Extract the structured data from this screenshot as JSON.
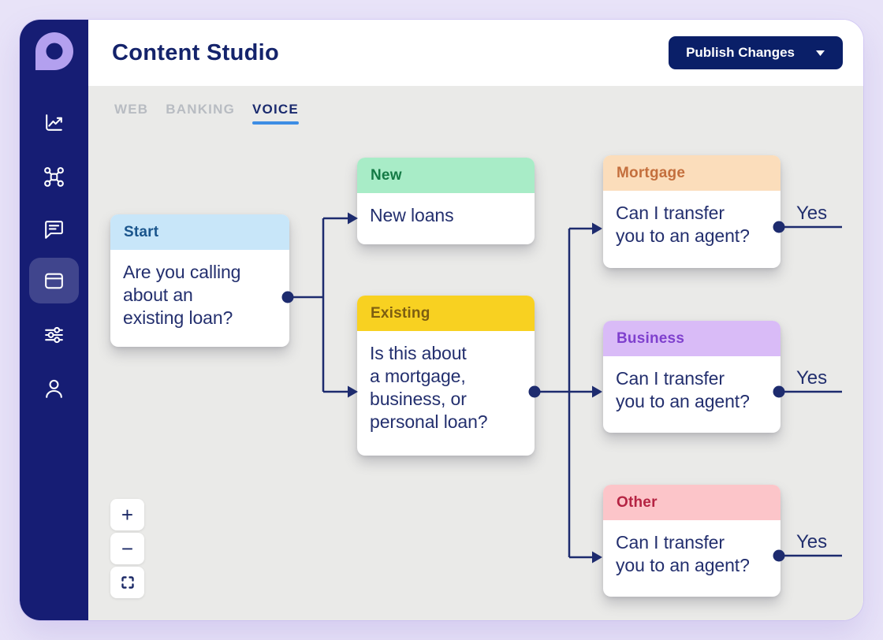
{
  "header": {
    "title": "Content Studio",
    "publish_label": "Publish Changes"
  },
  "sidebar": {
    "items": [
      {
        "name": "analytics",
        "icon": "line-chart-icon",
        "active": false
      },
      {
        "name": "flows",
        "icon": "network-icon",
        "active": false
      },
      {
        "name": "conversations",
        "icon": "chat-icon",
        "active": false
      },
      {
        "name": "content",
        "icon": "card-icon",
        "active": true
      },
      {
        "name": "settings",
        "icon": "sliders-icon",
        "active": false
      },
      {
        "name": "profile",
        "icon": "user-icon",
        "active": false
      }
    ]
  },
  "tabs": {
    "items": [
      {
        "label": "WEB",
        "active": false
      },
      {
        "label": "BANKING",
        "active": false
      },
      {
        "label": "VOICE",
        "active": true
      }
    ]
  },
  "flow": {
    "nodes": [
      {
        "id": "start",
        "title": "Start",
        "header_bg": "#C8E6F9",
        "header_color": "#1A558C",
        "body": "Are you calling\nabout an\nexisting loan?"
      },
      {
        "id": "new",
        "title": "New",
        "header_bg": "#A8ECC7",
        "header_color": "#147A45",
        "body": "New loans"
      },
      {
        "id": "existing",
        "title": "Existing",
        "header_bg": "#F8D121",
        "header_color": "#7D5E11",
        "body": "Is this about\na mortgage,\nbusiness, or\npersonal loan?"
      },
      {
        "id": "mortgage",
        "title": "Mortgage",
        "header_bg": "#FBDDBB",
        "header_color": "#C46F3D",
        "body": "Can I transfer\nyou to an agent?",
        "edge_label": "Yes"
      },
      {
        "id": "business",
        "title": "Business",
        "header_bg": "#D9BBF7",
        "header_color": "#7F40CE",
        "body": "Can I transfer\nyou to an agent?",
        "edge_label": "Yes"
      },
      {
        "id": "other",
        "title": "Other",
        "header_bg": "#FCC5C9",
        "header_color": "#B52443",
        "body": "Can I transfer\nyou to an agent?",
        "edge_label": "Yes"
      }
    ]
  },
  "zoom_controls": {
    "zoom_in": "+",
    "zoom_out": "−"
  },
  "colors": {
    "background": "#E8E3F8",
    "sidebar": "#161D74",
    "publish_button": "#0A1F68",
    "canvas": "#EAEAE8",
    "edge": "#1D2B6E",
    "tab_active": "#1A2A6E",
    "tab_inactive": "#B8BCC2",
    "tab_underline": "#3D8DE4",
    "node_text": "#232F6E",
    "logo": "#B3A0EF"
  }
}
